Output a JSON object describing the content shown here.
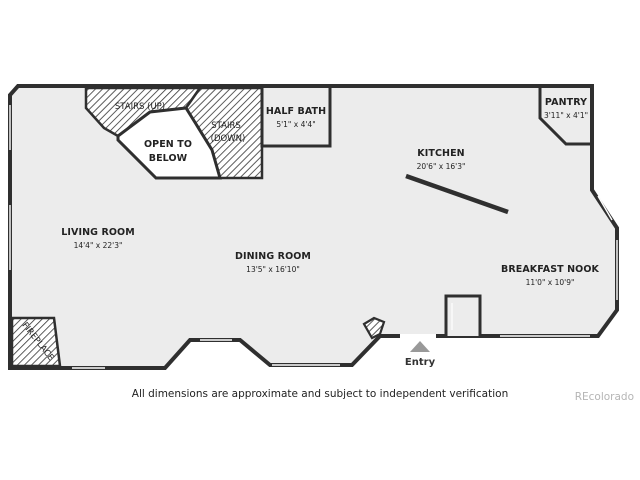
{
  "rooms": {
    "living_room": {
      "name": "LIVING ROOM",
      "dims": "14'4\" x 22'3\""
    },
    "dining_room": {
      "name": "DINING ROOM",
      "dims": "13'5\" x 16'10\""
    },
    "kitchen": {
      "name": "KITCHEN",
      "dims": "20'6\" x 16'3\""
    },
    "breakfast_nook": {
      "name": "BREAKFAST NOOK",
      "dims": "11'0\" x 10'9\""
    },
    "half_bath": {
      "name": "HALF BATH",
      "dims": "5'1\" x 4'4\""
    },
    "pantry": {
      "name": "PANTRY",
      "dims": "3'11\" x 4'1\""
    }
  },
  "labels": {
    "stairs_up": "STAIRS (UP)",
    "stairs_down_1": "STAIRS",
    "stairs_down_2": "(DOWN)",
    "open_to_below_1": "OPEN TO",
    "open_to_below_2": "BELOW",
    "fireplace": "FIREPLACE",
    "entry": "Entry"
  },
  "footer": {
    "disclaimer": "All dimensions are approximate and subject to independent verification",
    "watermark": "REcolorado"
  },
  "colors": {
    "floor": "#ececec",
    "wall": "#2f2f2f",
    "hatch": "#333333",
    "window": "#ffffff",
    "entry_marker": "#999999"
  }
}
